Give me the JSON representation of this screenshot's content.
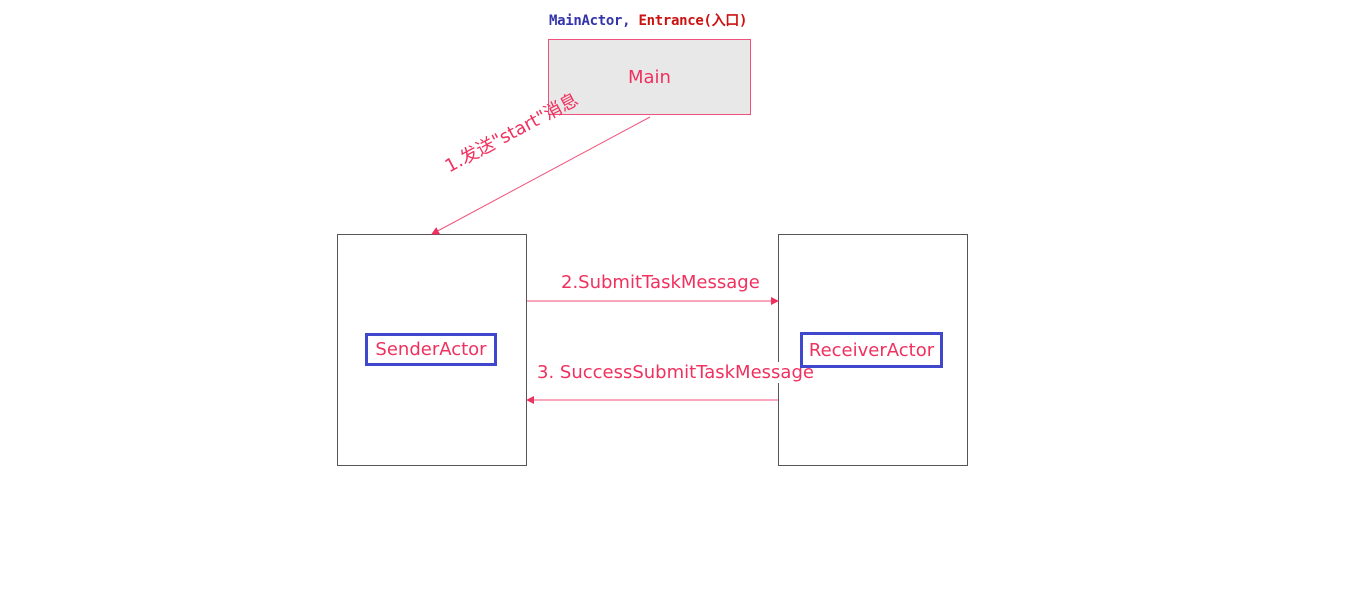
{
  "header": {
    "class_name": "MainActor",
    "separator": ", ",
    "entrance": "Entrance(入口)"
  },
  "nodes": {
    "main": {
      "label": "Main"
    },
    "sender": {
      "label": "SenderActor"
    },
    "receiver": {
      "label": "ReceiverActor"
    }
  },
  "messages": [
    {
      "label": "1.发送\"start\"消息",
      "from": "Main",
      "to": "SenderActor"
    },
    {
      "label": "2.SubmitTaskMessage",
      "from": "SenderActor",
      "to": "ReceiverActor"
    },
    {
      "label": "3. SuccessSubmitTaskMessage",
      "from": "ReceiverActor",
      "to": "SenderActor"
    }
  ],
  "colors": {
    "arrow": "#f0305e",
    "label_border": "#3f48cc",
    "main_fill": "#e8e8e8"
  }
}
